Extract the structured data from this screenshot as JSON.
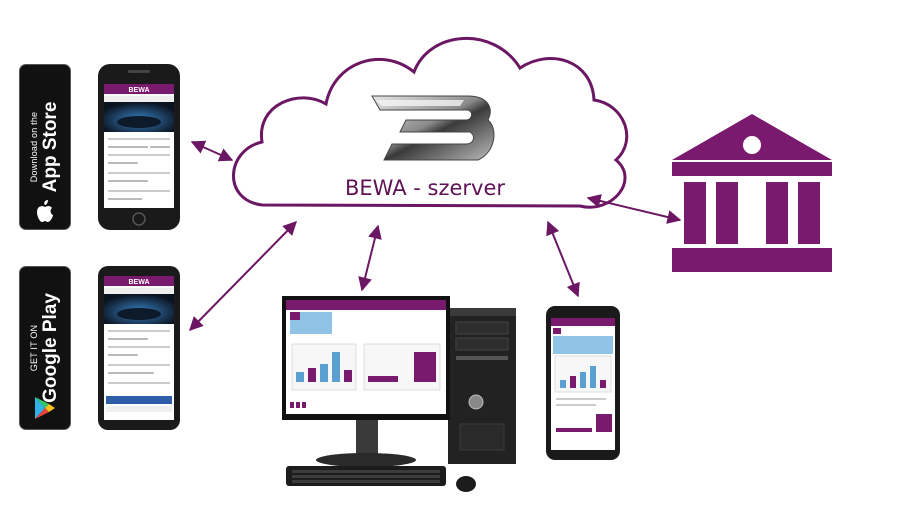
{
  "colors": {
    "brand_purple": "#7a1a6e",
    "cloud_stroke": "#6b1763",
    "accent_blue": "#5aa0d0",
    "badge_black": "#111111"
  },
  "server": {
    "label": "BEWA - szerver",
    "logo_icon": "bewa-b-logo-icon"
  },
  "app_store_badge": {
    "small_text": "Download on the",
    "big_text": "App Store",
    "icon": "apple-icon"
  },
  "google_play_badge": {
    "small_text": "GET IT ON",
    "big_text": "Google Play",
    "icon": "google-play-icon"
  },
  "phone_app": {
    "brand": "BEWA"
  },
  "bank": {
    "icon": "bank-building-icon"
  },
  "devices": [
    "iphone-device",
    "android-device",
    "desktop-computer",
    "mobile-web-device"
  ]
}
